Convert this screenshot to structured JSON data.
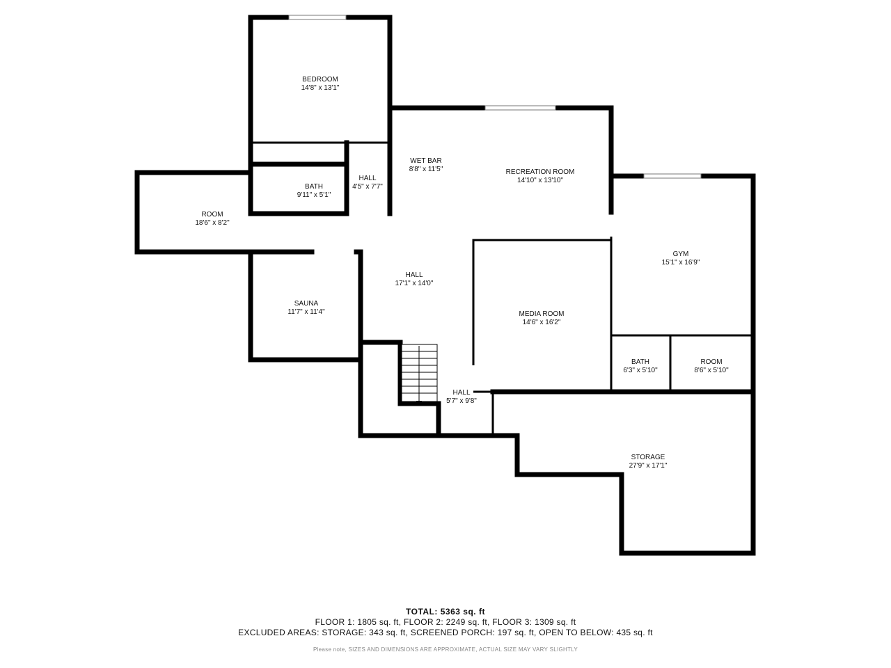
{
  "rooms": [
    {
      "id": "bedroom",
      "name": "BEDROOM",
      "dims": "14'8\" x 13'1\""
    },
    {
      "id": "wet-bar",
      "name": "WET BAR",
      "dims": "8'8\" x 11'5\""
    },
    {
      "id": "recreation-room",
      "name": "RECREATION ROOM",
      "dims": "14'10\" x 13'10\""
    },
    {
      "id": "hall-upper",
      "name": "HALL",
      "dims": "4'5\" x 7'7\""
    },
    {
      "id": "bath-upper",
      "name": "BATH",
      "dims": "9'11\" x 5'1\""
    },
    {
      "id": "room-left",
      "name": "ROOM",
      "dims": "18'6\" x 8'2\""
    },
    {
      "id": "gym",
      "name": "GYM",
      "dims": "15'1\" x 16'9\""
    },
    {
      "id": "hall-main",
      "name": "HALL",
      "dims": "17'1\" x 14'0\""
    },
    {
      "id": "sauna",
      "name": "SAUNA",
      "dims": "11'7\" x 11'4\""
    },
    {
      "id": "media-room",
      "name": "MEDIA ROOM",
      "dims": "14'6\" x 16'2\""
    },
    {
      "id": "bath-lower",
      "name": "BATH",
      "dims": "6'3\" x 5'10\""
    },
    {
      "id": "room-lower",
      "name": "ROOM",
      "dims": "8'6\" x 5'10\""
    },
    {
      "id": "hall-lower",
      "name": "HALL",
      "dims": "5'7\" x 9'8\""
    },
    {
      "id": "storage",
      "name": "STORAGE",
      "dims": "27'9\" x 17'1\""
    }
  ],
  "summary": {
    "total": "TOTAL: 5363 sq. ft",
    "floors": "FLOOR 1: 1805 sq. ft, FLOOR 2: 2249 sq. ft, FLOOR 3: 1309 sq. ft",
    "excluded": "EXCLUDED AREAS: STORAGE: 343 sq. ft, SCREENED PORCH: 197 sq. ft, OPEN TO BELOW: 435 sq. ft",
    "note": "Please note, SIZES AND DIMENSIONS ARE APPROXIMATE, ACTUAL SIZE MAY VARY SLIGHTLY"
  }
}
